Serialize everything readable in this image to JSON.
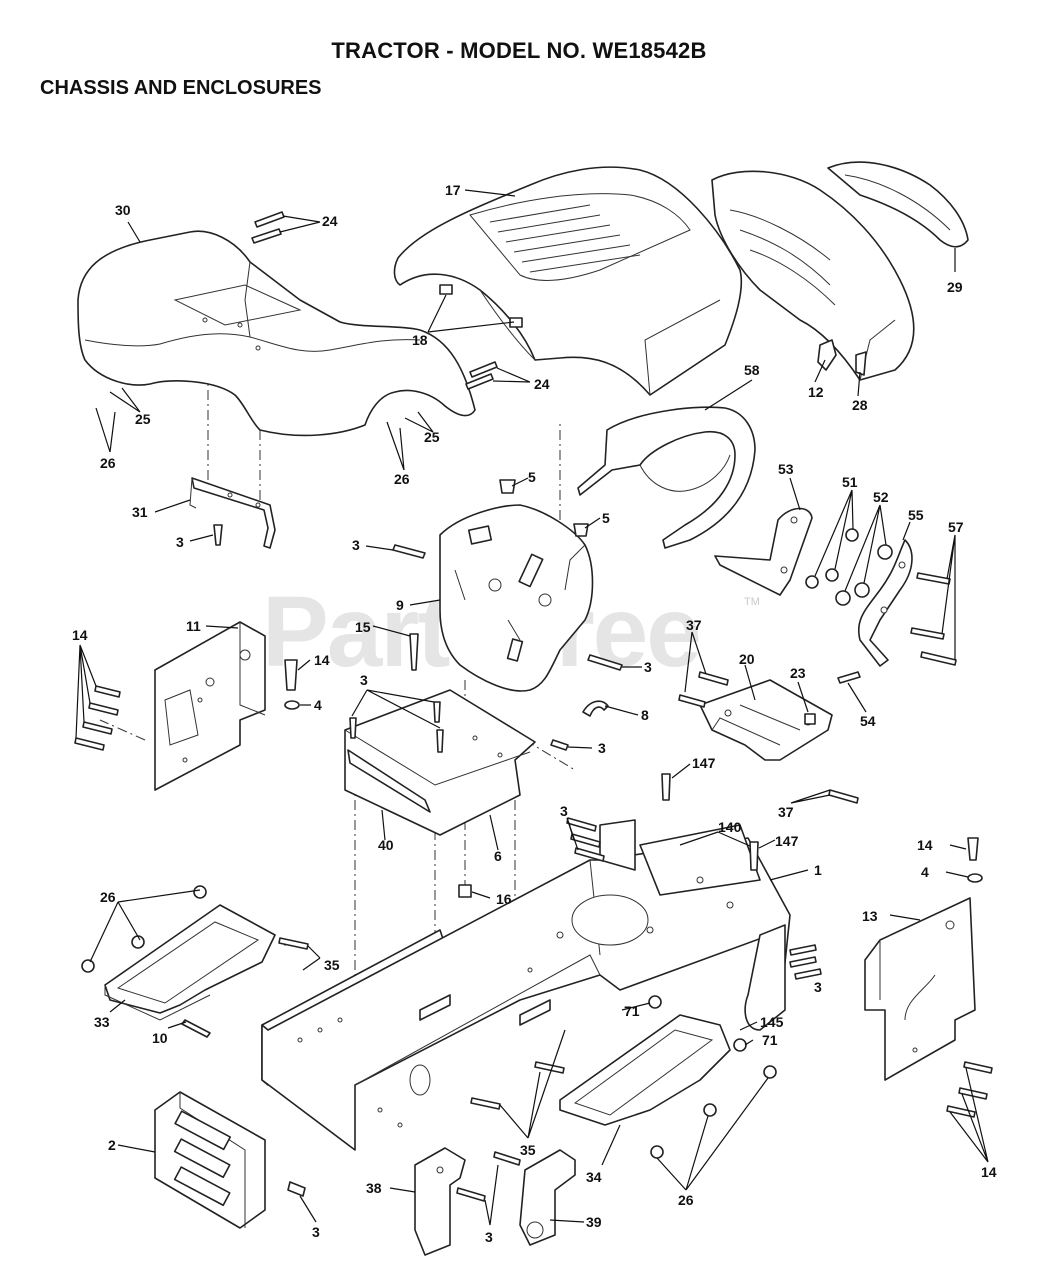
{
  "header": {
    "title": "TRACTOR - MODEL NO. WE18542B",
    "section": "CHASSIS AND ENCLOSURES"
  },
  "watermark": {
    "text": "PartsTree",
    "trademark": "TM"
  },
  "callouts": {
    "c30": "30",
    "c24a": "24",
    "c17": "17",
    "c29": "29",
    "c18": "18",
    "c24b": "24",
    "c12": "12",
    "c28": "28",
    "c58": "58",
    "c25a": "25",
    "c26a": "26",
    "c25b": "25",
    "c26b": "26",
    "c5a": "5",
    "c5b": "5",
    "c53": "53",
    "c51": "51",
    "c52": "52",
    "c55": "55",
    "c57": "57",
    "c31": "31",
    "c3a": "3",
    "c3b": "3",
    "c9": "9",
    "c11": "11",
    "c15": "15",
    "c14a": "14",
    "c14b": "14",
    "c4a": "4",
    "c3c": "3",
    "c37a": "37",
    "c20": "20",
    "c23": "23",
    "c54": "54",
    "c3d": "3",
    "c8": "8",
    "c3e": "3",
    "c37b": "37",
    "c40": "40",
    "c6": "6",
    "c147a": "147",
    "c140": "140",
    "c3f": "3",
    "c147b": "147",
    "c14c": "14",
    "c4b": "4",
    "c1": "1",
    "c16": "16",
    "c13": "13",
    "c26c": "26",
    "c35a": "35",
    "c3g": "3",
    "c71a": "71",
    "c145": "145",
    "c71b": "71",
    "c33": "33",
    "c10": "10",
    "c2": "2",
    "c35b": "35",
    "c34": "34",
    "c26d": "26",
    "c14d": "14",
    "c3h": "3",
    "c38": "38",
    "c3i": "3",
    "c39": "39"
  }
}
